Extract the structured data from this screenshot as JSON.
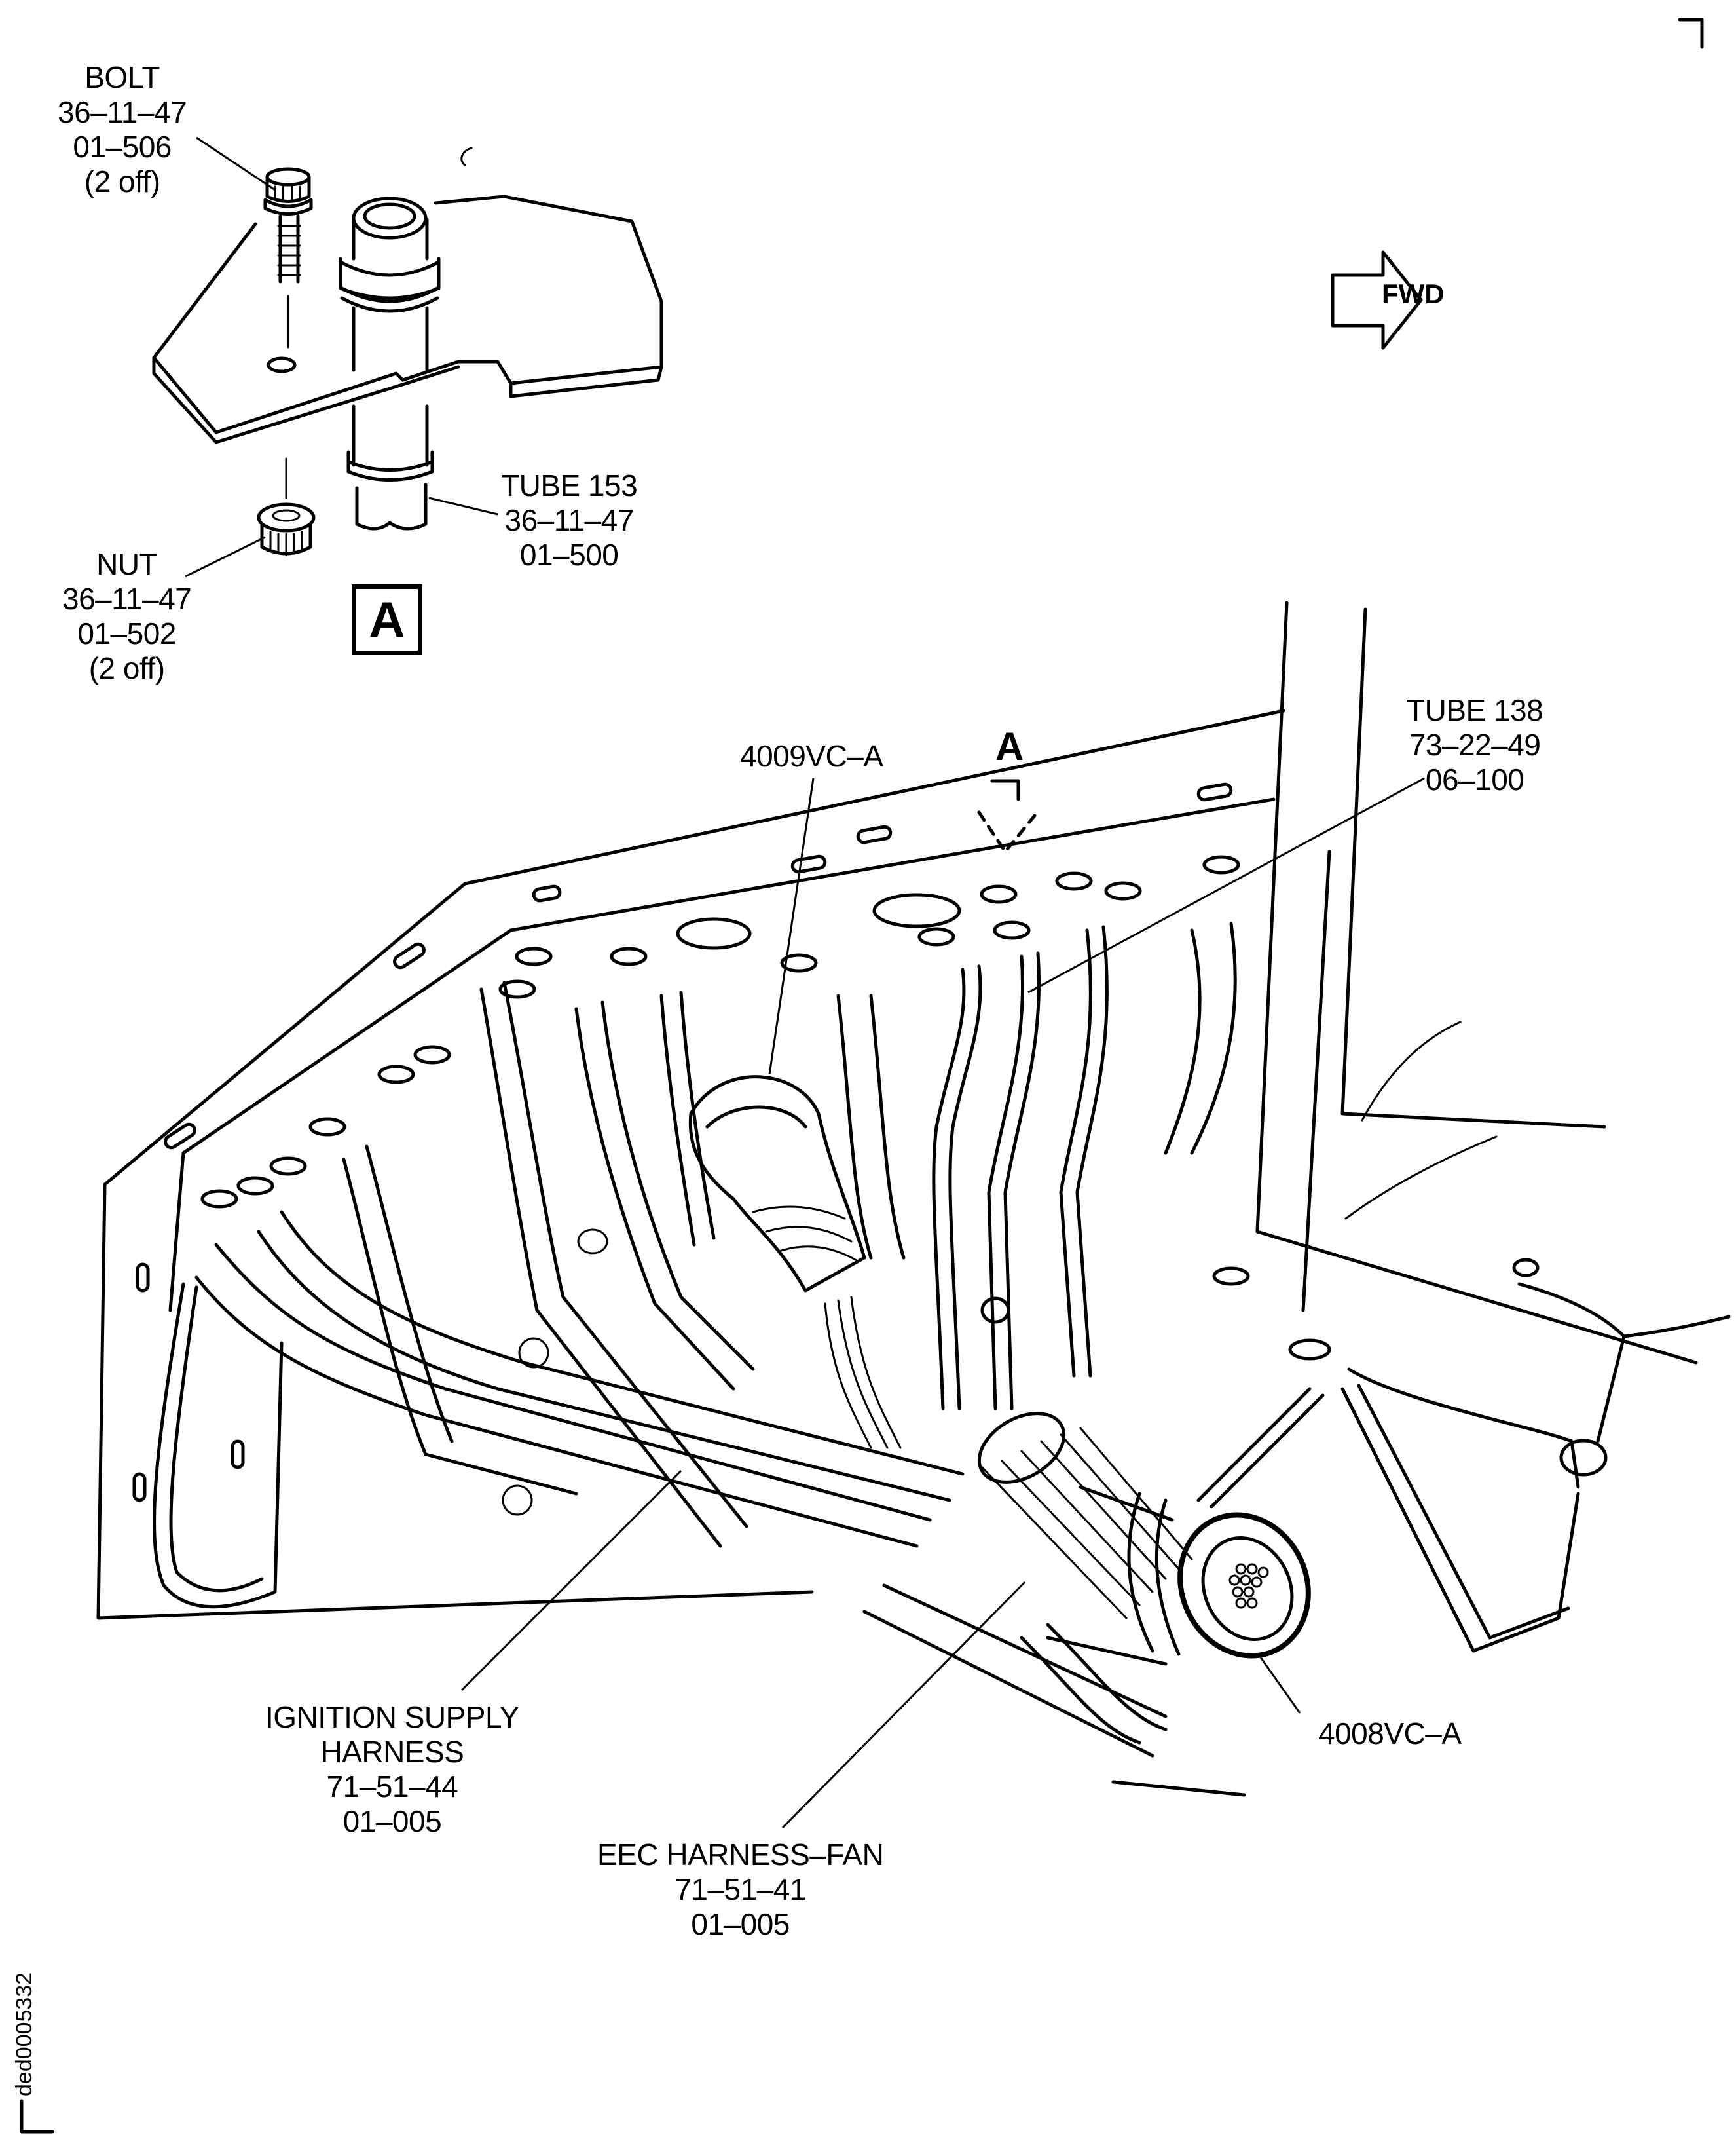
{
  "figure": {
    "figure_id": "ded0005332",
    "view_callout_letter": "A",
    "view_box_letter": "A",
    "direction_indicator": "FWD"
  },
  "callouts": {
    "bolt": {
      "lines": [
        "BOLT",
        "36–11–47",
        "01–506",
        "(2 off)"
      ]
    },
    "nut": {
      "lines": [
        "NUT",
        "36–11–47",
        "01–502",
        "(2 off)"
      ]
    },
    "tube_153": {
      "lines": [
        "TUBE 153",
        "36–11–47",
        "01–500"
      ]
    },
    "tube_138": {
      "lines": [
        "TUBE 138",
        "73–22–49",
        "06–100"
      ]
    },
    "connector_4009": {
      "lines": [
        "4009VC–A"
      ]
    },
    "connector_4008": {
      "lines": [
        "4008VC–A"
      ]
    },
    "ignition_harness": {
      "lines": [
        "IGNITION SUPPLY",
        "HARNESS",
        "71–51–44",
        "01–005"
      ]
    },
    "eec_harness": {
      "lines": [
        "EEC HARNESS–FAN",
        "71–51–41",
        "01–005"
      ]
    }
  }
}
